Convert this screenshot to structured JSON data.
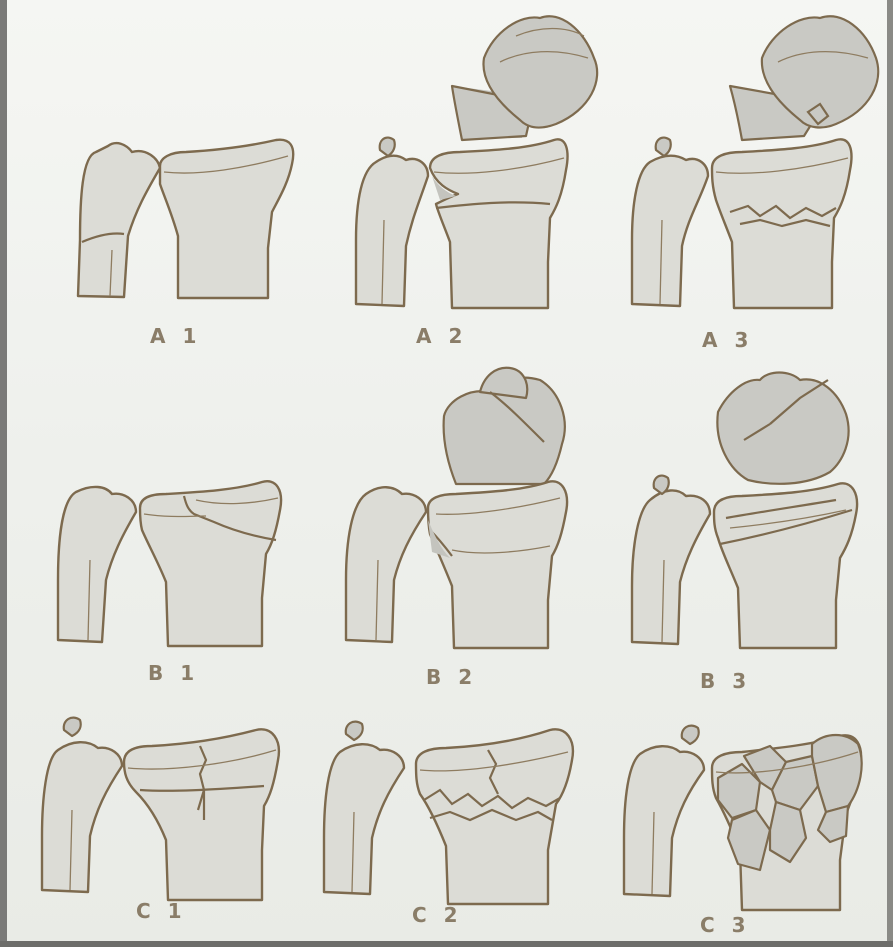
{
  "panels": [
    {
      "id": "A1",
      "label": "A 1"
    },
    {
      "id": "A2",
      "label": "A 2"
    },
    {
      "id": "A3",
      "label": "A 3"
    },
    {
      "id": "B1",
      "label": "B 1"
    },
    {
      "id": "B2",
      "label": "B 2"
    },
    {
      "id": "B3",
      "label": "B 3"
    },
    {
      "id": "C1",
      "label": "C 1"
    },
    {
      "id": "C2",
      "label": "C 2"
    },
    {
      "id": "C3",
      "label": "C 3"
    }
  ],
  "colors": {
    "background": "#f3f4f1",
    "bone_fill": "#dcdcd6",
    "outline": "#7d6a4e",
    "label": "#8a7d68"
  }
}
